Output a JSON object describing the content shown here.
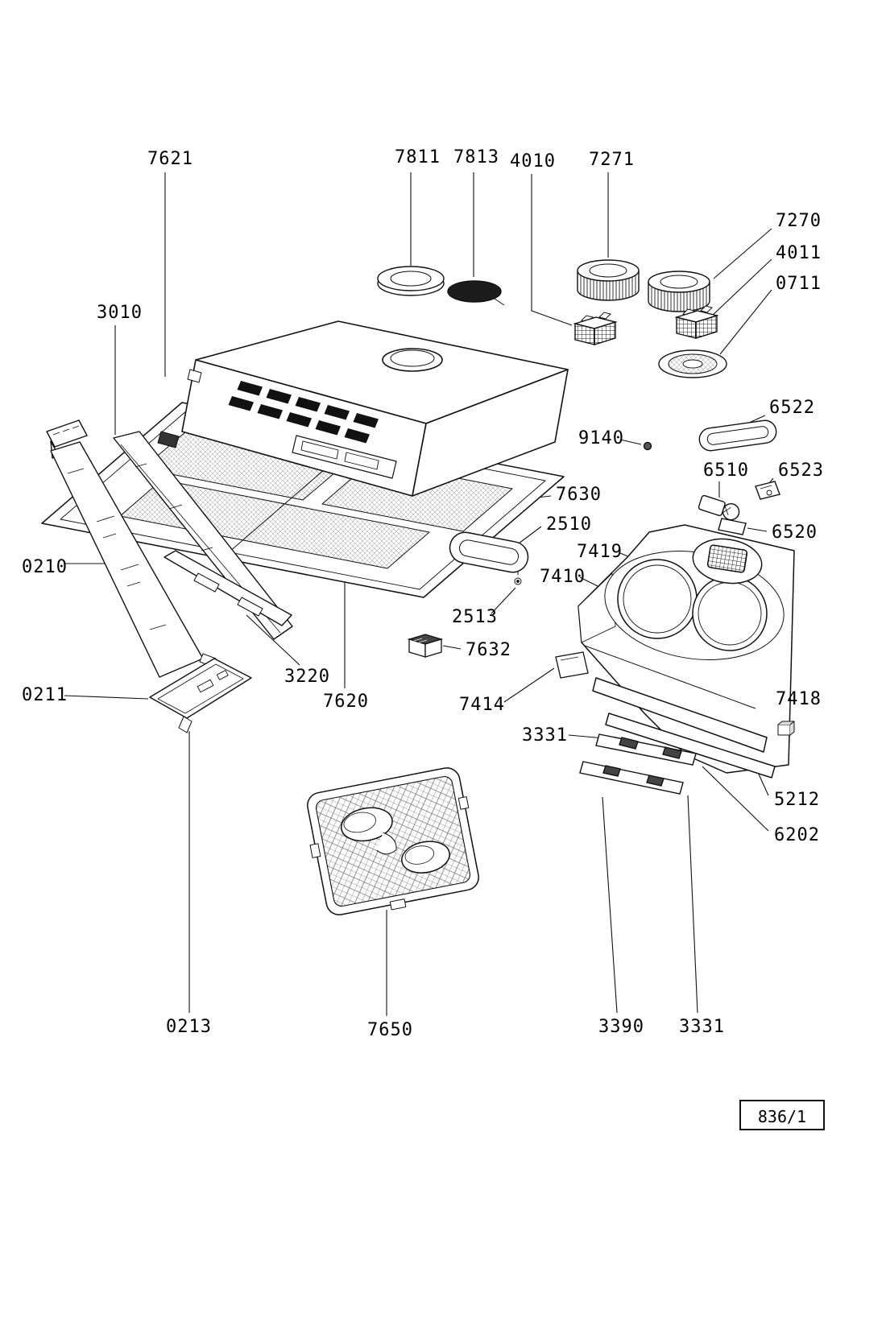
{
  "document": {
    "type": "exploded-parts-diagram",
    "drawing_number": "836/1"
  },
  "labels": [
    {
      "text": "7621"
    },
    {
      "text": "7811"
    },
    {
      "text": "7813"
    },
    {
      "text": "4010"
    },
    {
      "text": "7271"
    },
    {
      "text": "7270"
    },
    {
      "text": "4011"
    },
    {
      "text": "0711"
    },
    {
      "text": "3010"
    },
    {
      "text": "6522"
    },
    {
      "text": "9140"
    },
    {
      "text": "6510"
    },
    {
      "text": "6523"
    },
    {
      "text": "7630"
    },
    {
      "text": "2510"
    },
    {
      "text": "6520"
    },
    {
      "text": "7419"
    },
    {
      "text": "0210"
    },
    {
      "text": "7410"
    },
    {
      "text": "2513"
    },
    {
      "text": "7632"
    },
    {
      "text": "3220"
    },
    {
      "text": "0211"
    },
    {
      "text": "7620"
    },
    {
      "text": "7414"
    },
    {
      "text": "7418"
    },
    {
      "text": "3331"
    },
    {
      "text": "5212"
    },
    {
      "text": "6202"
    },
    {
      "text": "0213"
    },
    {
      "text": "7650"
    },
    {
      "text": "3390"
    },
    {
      "text": "3331"
    }
  ]
}
